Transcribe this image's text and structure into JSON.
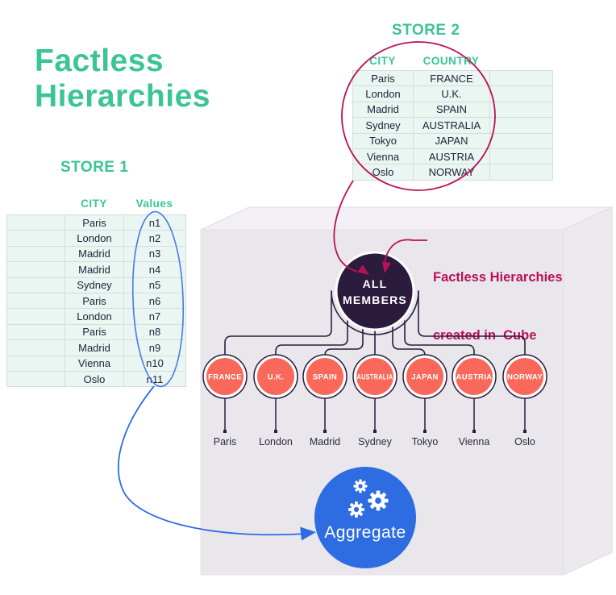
{
  "title": {
    "line1": "Factless",
    "line2": "Hierarchies"
  },
  "store1": {
    "label": "STORE 1",
    "headers": {
      "city": "CITY",
      "values": "Values"
    },
    "rows": [
      {
        "city": "Paris",
        "value": "n1"
      },
      {
        "city": "London",
        "value": "n2"
      },
      {
        "city": "Madrid",
        "value": "n3"
      },
      {
        "city": "Madrid",
        "value": "n4"
      },
      {
        "city": "Sydney",
        "value": "n5"
      },
      {
        "city": "Paris",
        "value": "n6"
      },
      {
        "city": "London",
        "value": "n7"
      },
      {
        "city": "Paris",
        "value": "n8"
      },
      {
        "city": "Madrid",
        "value": "n9"
      },
      {
        "city": "Vienna",
        "value": "n10"
      },
      {
        "city": "Oslo",
        "value": "n11"
      }
    ]
  },
  "store2": {
    "label": "STORE 2",
    "headers": {
      "city": "CITY",
      "country": "COUNTRY"
    },
    "rows": [
      {
        "city": "Paris",
        "country": "FRANCE"
      },
      {
        "city": "London",
        "country": "U.K."
      },
      {
        "city": "Madrid",
        "country": "SPAIN"
      },
      {
        "city": "Sydney",
        "country": "AUSTRALIA"
      },
      {
        "city": "Tokyo",
        "country": "JAPAN"
      },
      {
        "city": "Vienna",
        "country": "AUSTRIA"
      },
      {
        "city": "Oslo",
        "country": "NORWAY"
      }
    ]
  },
  "cube": {
    "annotation": {
      "line1": "Factless Hierarchies",
      "line2": "created in  Cube"
    },
    "root": {
      "line1": "ALL",
      "line2": "MEMBERS"
    },
    "countries": [
      "FRANCE",
      "U.K.",
      "SPAIN",
      "AUSTRALIA",
      "JAPAN",
      "AUSTRIA",
      "NORWAY"
    ],
    "cities": [
      "Paris",
      "London",
      "Madrid",
      "Sydney",
      "Tokyo",
      "Vienna",
      "Oslo"
    ]
  },
  "aggregate": {
    "label": "Aggregate"
  },
  "colors": {
    "green": "#3BC495",
    "mint_cell": "#E9F6F1",
    "navy": "#2B1C3D",
    "salmon": "#F9685A",
    "crimson": "#BB0F58",
    "blue": "#2E6CE2",
    "blue_ellipse": "#467AE6",
    "cube_front": "#E9E7EC",
    "cube_top": "#F2F0F4",
    "cube_right": "#ECEAEF"
  }
}
